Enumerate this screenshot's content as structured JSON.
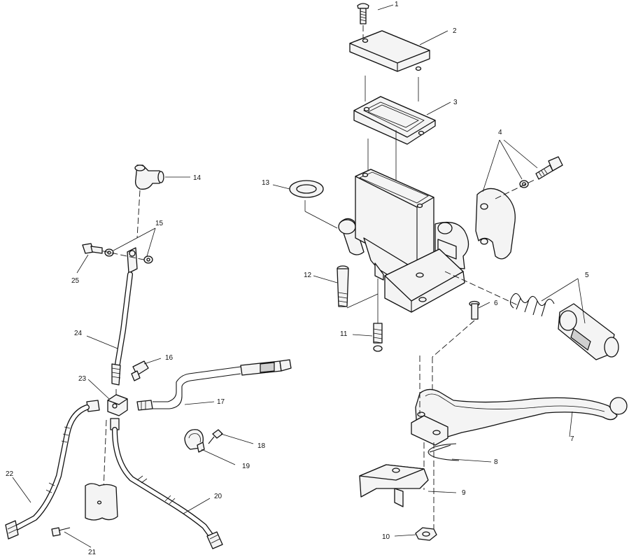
{
  "diagram": {
    "callouts": [
      {
        "id": "callout-1",
        "label": "1"
      },
      {
        "id": "callout-2",
        "label": "2"
      },
      {
        "id": "callout-3",
        "label": "3"
      },
      {
        "id": "callout-4",
        "label": "4"
      },
      {
        "id": "callout-5",
        "label": "5"
      },
      {
        "id": "callout-6",
        "label": "6"
      },
      {
        "id": "callout-7",
        "label": "7"
      },
      {
        "id": "callout-8",
        "label": "8"
      },
      {
        "id": "callout-9",
        "label": "9"
      },
      {
        "id": "callout-10",
        "label": "10"
      },
      {
        "id": "callout-11",
        "label": "11"
      },
      {
        "id": "callout-12",
        "label": "12"
      },
      {
        "id": "callout-13",
        "label": "13"
      },
      {
        "id": "callout-14",
        "label": "14"
      },
      {
        "id": "callout-15",
        "label": "15"
      },
      {
        "id": "callout-16",
        "label": "16"
      },
      {
        "id": "callout-17",
        "label": "17"
      },
      {
        "id": "callout-18",
        "label": "18"
      },
      {
        "id": "callout-19",
        "label": "19"
      },
      {
        "id": "callout-20",
        "label": "20"
      },
      {
        "id": "callout-21",
        "label": "21"
      },
      {
        "id": "callout-22",
        "label": "22"
      },
      {
        "id": "callout-23",
        "label": "23"
      },
      {
        "id": "callout-24",
        "label": "24"
      },
      {
        "id": "callout-25",
        "label": "25"
      }
    ]
  }
}
